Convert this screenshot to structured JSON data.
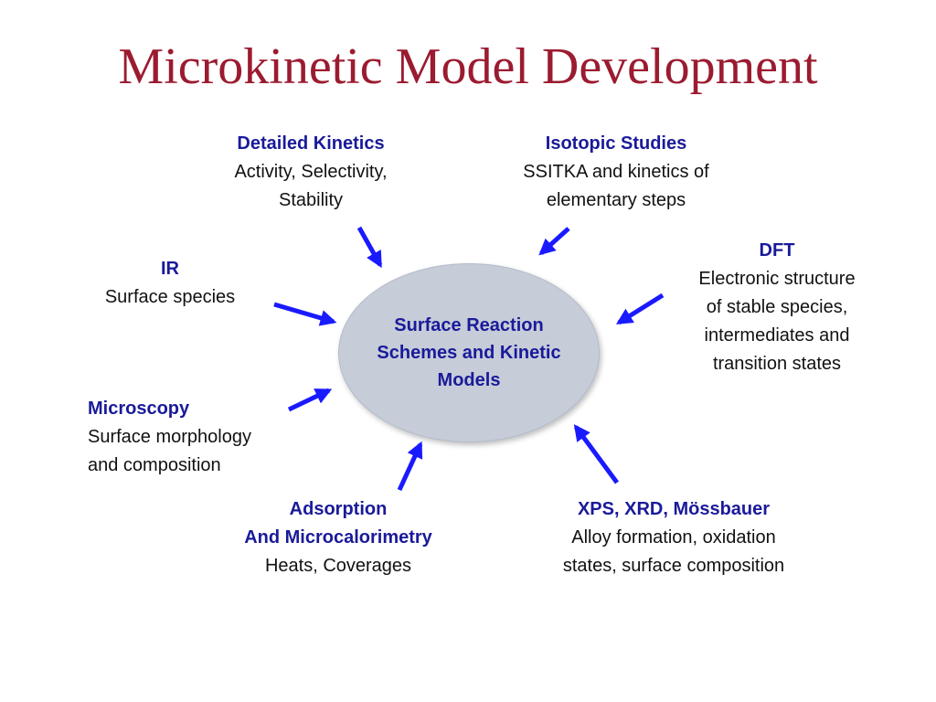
{
  "title": "Microkinetic Model Development",
  "center": {
    "lines": [
      "Surface Reaction",
      "Schemes and Kinetic",
      "Models"
    ]
  },
  "nodes": {
    "detailed_kinetics": {
      "heading": "Detailed Kinetics",
      "lines": [
        "Activity, Selectivity,",
        "Stability"
      ]
    },
    "isotopic_studies": {
      "heading": "Isotopic Studies",
      "lines": [
        "SSITKA and kinetics of",
        "elementary steps"
      ]
    },
    "ir": {
      "heading": "IR",
      "lines": [
        "Surface species"
      ]
    },
    "dft": {
      "heading": "DFT",
      "lines": [
        "Electronic structure",
        "of stable species,",
        "intermediates and",
        "transition states"
      ]
    },
    "microscopy": {
      "heading": "Microscopy",
      "lines": [
        "Surface morphology",
        "and composition"
      ]
    },
    "adsorption": {
      "heading_lines": [
        "Adsorption",
        "And Microcalorimetry"
      ],
      "lines": [
        "Heats, Coverages"
      ]
    },
    "xps": {
      "heading": "XPS, XRD, Mössbauer",
      "lines": [
        "Alloy formation, oxidation",
        "states, surface composition"
      ]
    }
  },
  "colors": {
    "title": "#9b1b30",
    "heading_text": "#1a1a9a",
    "arrow": "#1a1aff",
    "ellipse_fill": "#c6ccd8"
  }
}
